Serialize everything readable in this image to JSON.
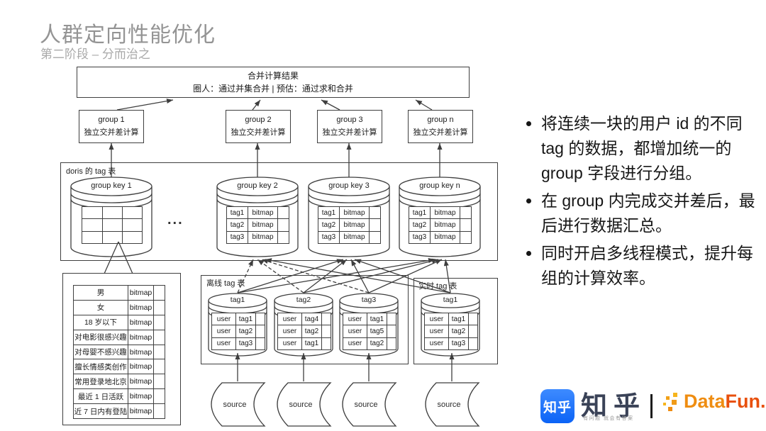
{
  "slide": {
    "title": "人群定向性能优化",
    "subtitle": "第二阶段 – 分而治之"
  },
  "diagram": {
    "merge_box": {
      "title": "合并计算结果",
      "subtitle": "圈人：通过并集合并 | 预估：通过求和合并"
    },
    "groups": [
      {
        "name": "group 1",
        "desc": "独立交并差计算"
      },
      {
        "name": "group 2",
        "desc": "独立交并差计算"
      },
      {
        "name": "group 3",
        "desc": "独立交并差计算"
      },
      {
        "name": "group n",
        "desc": "独立交并差计算"
      }
    ],
    "doris": {
      "label": "doris 的 tag 表",
      "ellipsis": "...",
      "group_keys": [
        {
          "name": "group key 1",
          "rows": [
            [
              "",
              "",
              ""
            ],
            [
              "",
              "",
              ""
            ],
            [
              "",
              "",
              ""
            ]
          ]
        },
        {
          "name": "group key 2",
          "rows": [
            [
              "tag1",
              "bitmap",
              ""
            ],
            [
              "tag2",
              "bitmap",
              ""
            ],
            [
              "tag3",
              "bitmap",
              ""
            ]
          ]
        },
        {
          "name": "group key 3",
          "rows": [
            [
              "tag1",
              "bitmap",
              ""
            ],
            [
              "tag2",
              "bitmap",
              ""
            ],
            [
              "tag3",
              "bitmap",
              ""
            ]
          ]
        },
        {
          "name": "group key n",
          "rows": [
            [
              "tag1",
              "bitmap",
              ""
            ],
            [
              "tag2",
              "bitmap",
              ""
            ],
            [
              "tag3",
              "bitmap",
              ""
            ]
          ]
        }
      ]
    },
    "tag_bitmap_table": {
      "rows": [
        [
          "男",
          "bitmap",
          ""
        ],
        [
          "女",
          "bitmap",
          ""
        ],
        [
          "18 岁以下",
          "bitmap",
          ""
        ],
        [
          "对电影很感兴趣",
          "bitmap",
          ""
        ],
        [
          "对母婴不感兴趣",
          "bitmap",
          ""
        ],
        [
          "擅长情感类创作",
          "bitmap",
          ""
        ],
        [
          "常用登录地北京",
          "bitmap",
          ""
        ],
        [
          "最近 1 日活跃",
          "bitmap",
          ""
        ],
        [
          "近 7 日内有登陆",
          "bitmap",
          ""
        ]
      ]
    },
    "offline": {
      "label": "离线 tag 表",
      "tables": [
        {
          "name": "tag1",
          "rows": [
            [
              "user",
              "tag1",
              ""
            ],
            [
              "user",
              "tag2",
              ""
            ],
            [
              "user",
              "tag3",
              ""
            ]
          ]
        },
        {
          "name": "tag2",
          "rows": [
            [
              "user",
              "tag4",
              ""
            ],
            [
              "user",
              "tag2",
              ""
            ],
            [
              "user",
              "tag1",
              ""
            ]
          ]
        },
        {
          "name": "tag3",
          "rows": [
            [
              "user",
              "tag1",
              ""
            ],
            [
              "user",
              "tag5",
              ""
            ],
            [
              "user",
              "tag2",
              ""
            ]
          ]
        }
      ]
    },
    "realtime": {
      "label": "实时 tag 表",
      "tables": [
        {
          "name": "tag1",
          "rows": [
            [
              "user",
              "tag1",
              ""
            ],
            [
              "user",
              "tag2",
              ""
            ],
            [
              "user",
              "tag3",
              ""
            ]
          ]
        }
      ]
    },
    "sources": [
      "source",
      "source",
      "source",
      "source"
    ]
  },
  "notes": {
    "bullets": [
      "将连续一块的用户 id 的不同 tag 的数据，都增加统一的 group 字段进行分组。",
      "在 group 内完成交并差后，最后进行数据汇总。",
      "同时开启多线程模式，提升每组的计算效率。"
    ]
  },
  "footer": {
    "zhihu_icon_text": "知乎",
    "zhihu_wordmark": "知乎",
    "zhihu_tagline": "有问题 就会有答案",
    "datafun_part1": "Data",
    "datafun_part2": "Fun."
  },
  "colors": {
    "zhihu_blue": "#0b6cf5",
    "datafun_orange": "#ef8d11",
    "datafun_red": "#e8500d",
    "diagram_line": "#3f3f3f"
  }
}
